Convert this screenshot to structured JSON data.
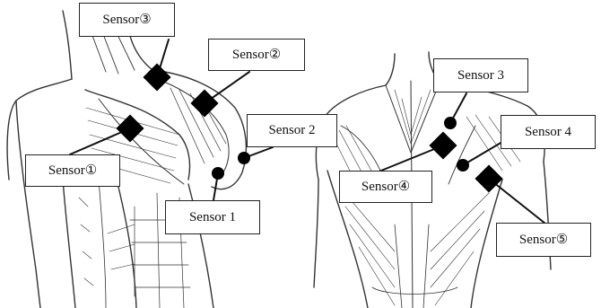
{
  "sensors": {
    "front_circled_3": "Sensor③",
    "front_circled_2": "Sensor②",
    "front_circled_1": "Sensor①",
    "front_2": "Sensor 2",
    "front_1": "Sensor 1",
    "back_3": "Sensor 3",
    "back_4": "Sensor 4",
    "back_circled_4": "Sensor④",
    "back_circled_5": "Sensor⑤"
  },
  "colors": {
    "ink": "#111111",
    "background": "#ffffff"
  }
}
